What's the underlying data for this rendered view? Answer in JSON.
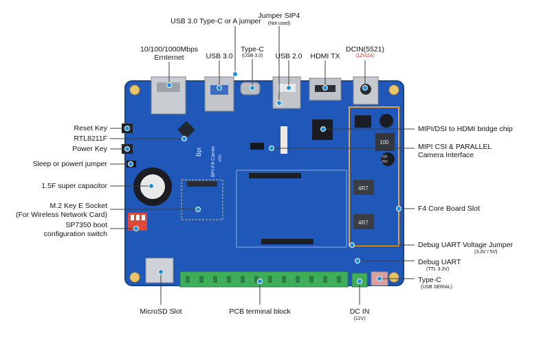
{
  "labels": {
    "usb3_typec_jumper": "USB 3.0 Type-C or A jumper",
    "jumper_sip4": "Jumper SIP4",
    "jumper_sip4_note": "(Not used)",
    "ethernet_line1": "10/100/1000Mbps",
    "ethernet_line2": "Ernternet",
    "usb30": "USB 3.0",
    "typec": "Type-C",
    "typec_note": "(USB 3.0)",
    "usb20": "USB 2.0",
    "hdmi_tx": "HDMI TX",
    "dcin5521": "DCIN(5521)",
    "dcin5521_note": "(12V/2A)",
    "reset_key": "Reset Key",
    "rtl8211f": "RTL8211F",
    "power_key": "Power Key",
    "sleep_jumper": "Sleep or powert jumper",
    "super_cap": "1.5F super capacitor",
    "m2_line1": "M.2 Key E Socket",
    "m2_line2": "(For Wireless Network Card)",
    "sp7350_line1": "SP7350 boot",
    "sp7350_line2": "configuration switch",
    "mipi_hdmi": "MIPI/DSI to HDMI bridge chip",
    "mipi_csi_line1": "MIPI CSI & PARALLEL",
    "mipi_csi_line2": "Camera Interface",
    "f4_slot": "F4 Core Board Slot",
    "debug_uart_jumper": "Debug UART Voltage Jumper",
    "debug_uart_jumper_note": "(3.3V / 5V)",
    "debug_uart": "Debug UART",
    "debug_uart_note": "(TTL 3.3V)",
    "typec_serial": "Type-C",
    "typec_serial_note": "(USB SERIAL)",
    "microsd": "MicroSD Slot",
    "pcb_terminal": "PCB terminal block",
    "dc_in": "DC IN",
    "dc_in_note": "(12V)"
  },
  "board": {
    "silkscreen_name": "BPI-F4-Carrier",
    "silkscreen_version": "V00",
    "logo_text": "Bpi",
    "inductor_text_1": "4R7",
    "inductor_text_2": "100",
    "cap_text": "220",
    "cap_text_2": "25V"
  },
  "colors": {
    "board": "#1f58b8",
    "board_dark": "#174596",
    "callout_dot": "#1a8fe0",
    "callout_line": "#3a3a3a",
    "highlight_box": "#e8a23a",
    "terminal_green": "#3fae5a",
    "dip_red": "#e0483a",
    "note_red": "#d0302a"
  }
}
